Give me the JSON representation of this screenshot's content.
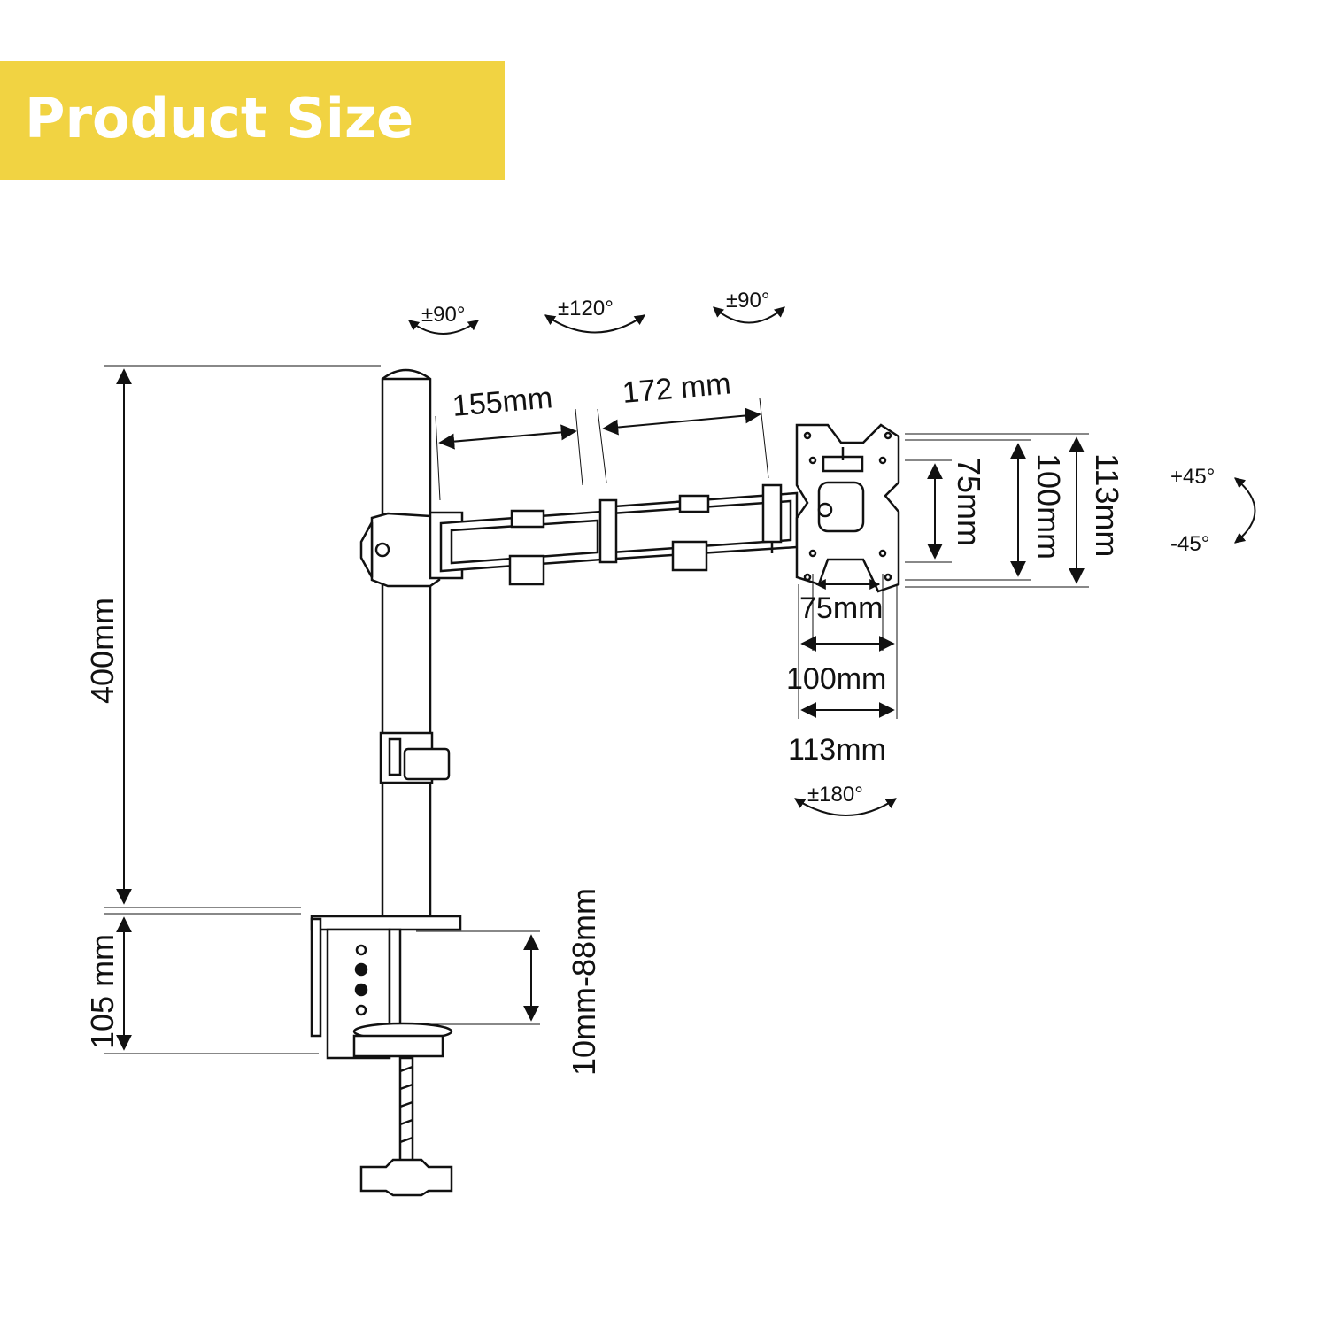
{
  "title": "Product Size",
  "colors": {
    "banner": "#f1d342",
    "banner_text": "#ffffff",
    "line": "#111111"
  },
  "rotations": {
    "pole_swivel": "±90°",
    "arm_swivel": "±120°",
    "head_swivel": "±90°",
    "tilt_up": "+45°",
    "tilt_down": "-45°",
    "rotation": "±180°"
  },
  "dimensions": {
    "arm_inner": "155mm",
    "arm_outer": "172 mm",
    "pole_height": "400mm",
    "clamp_height": "105 mm",
    "clamp_range": "10mm-88mm",
    "vesa_v75": "75mm",
    "vesa_v100": "100mm",
    "vesa_v113": "113mm",
    "vesa_h75": "75mm",
    "vesa_h100": "100mm",
    "vesa_h113": "113mm"
  }
}
